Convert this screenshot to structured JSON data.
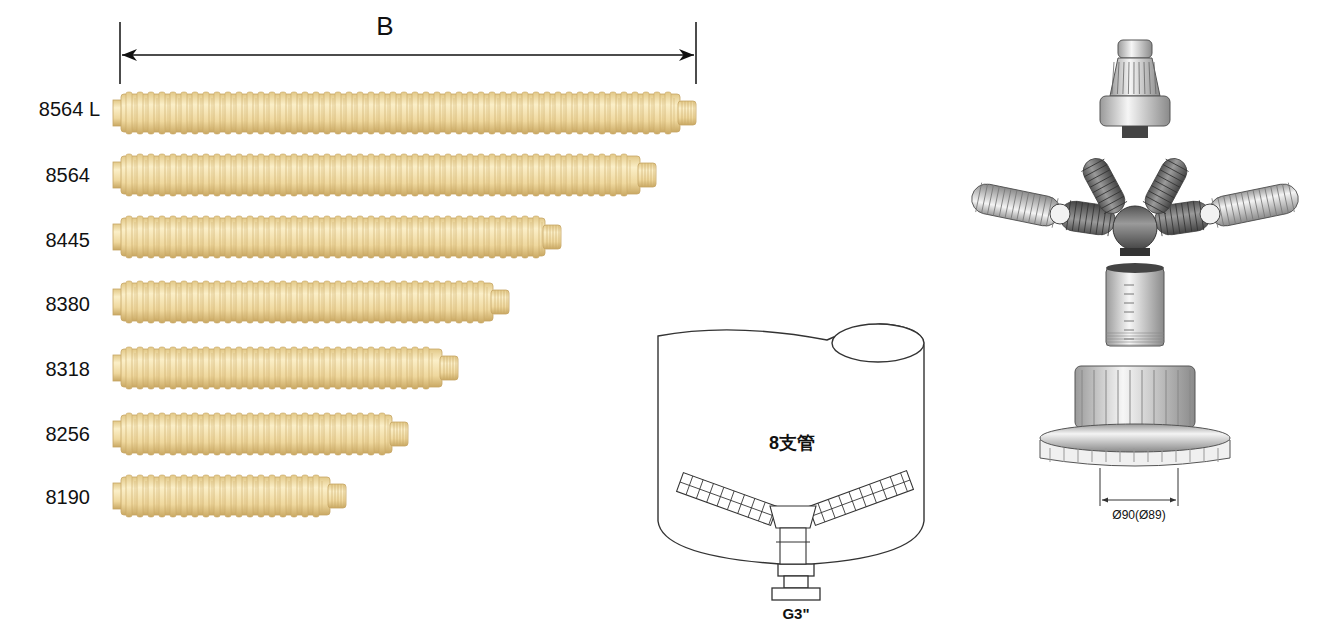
{
  "diagram": {
    "nodes": [
      {
        "text": [
          "8支管"
        ]
      }
    ],
    "labels": [
      "B",
      "8564 L",
      "8564",
      "8445",
      "8380",
      "8318",
      "8256",
      "8190",
      "G3\"",
      "Ø90(Ø89)"
    ]
  }
}
